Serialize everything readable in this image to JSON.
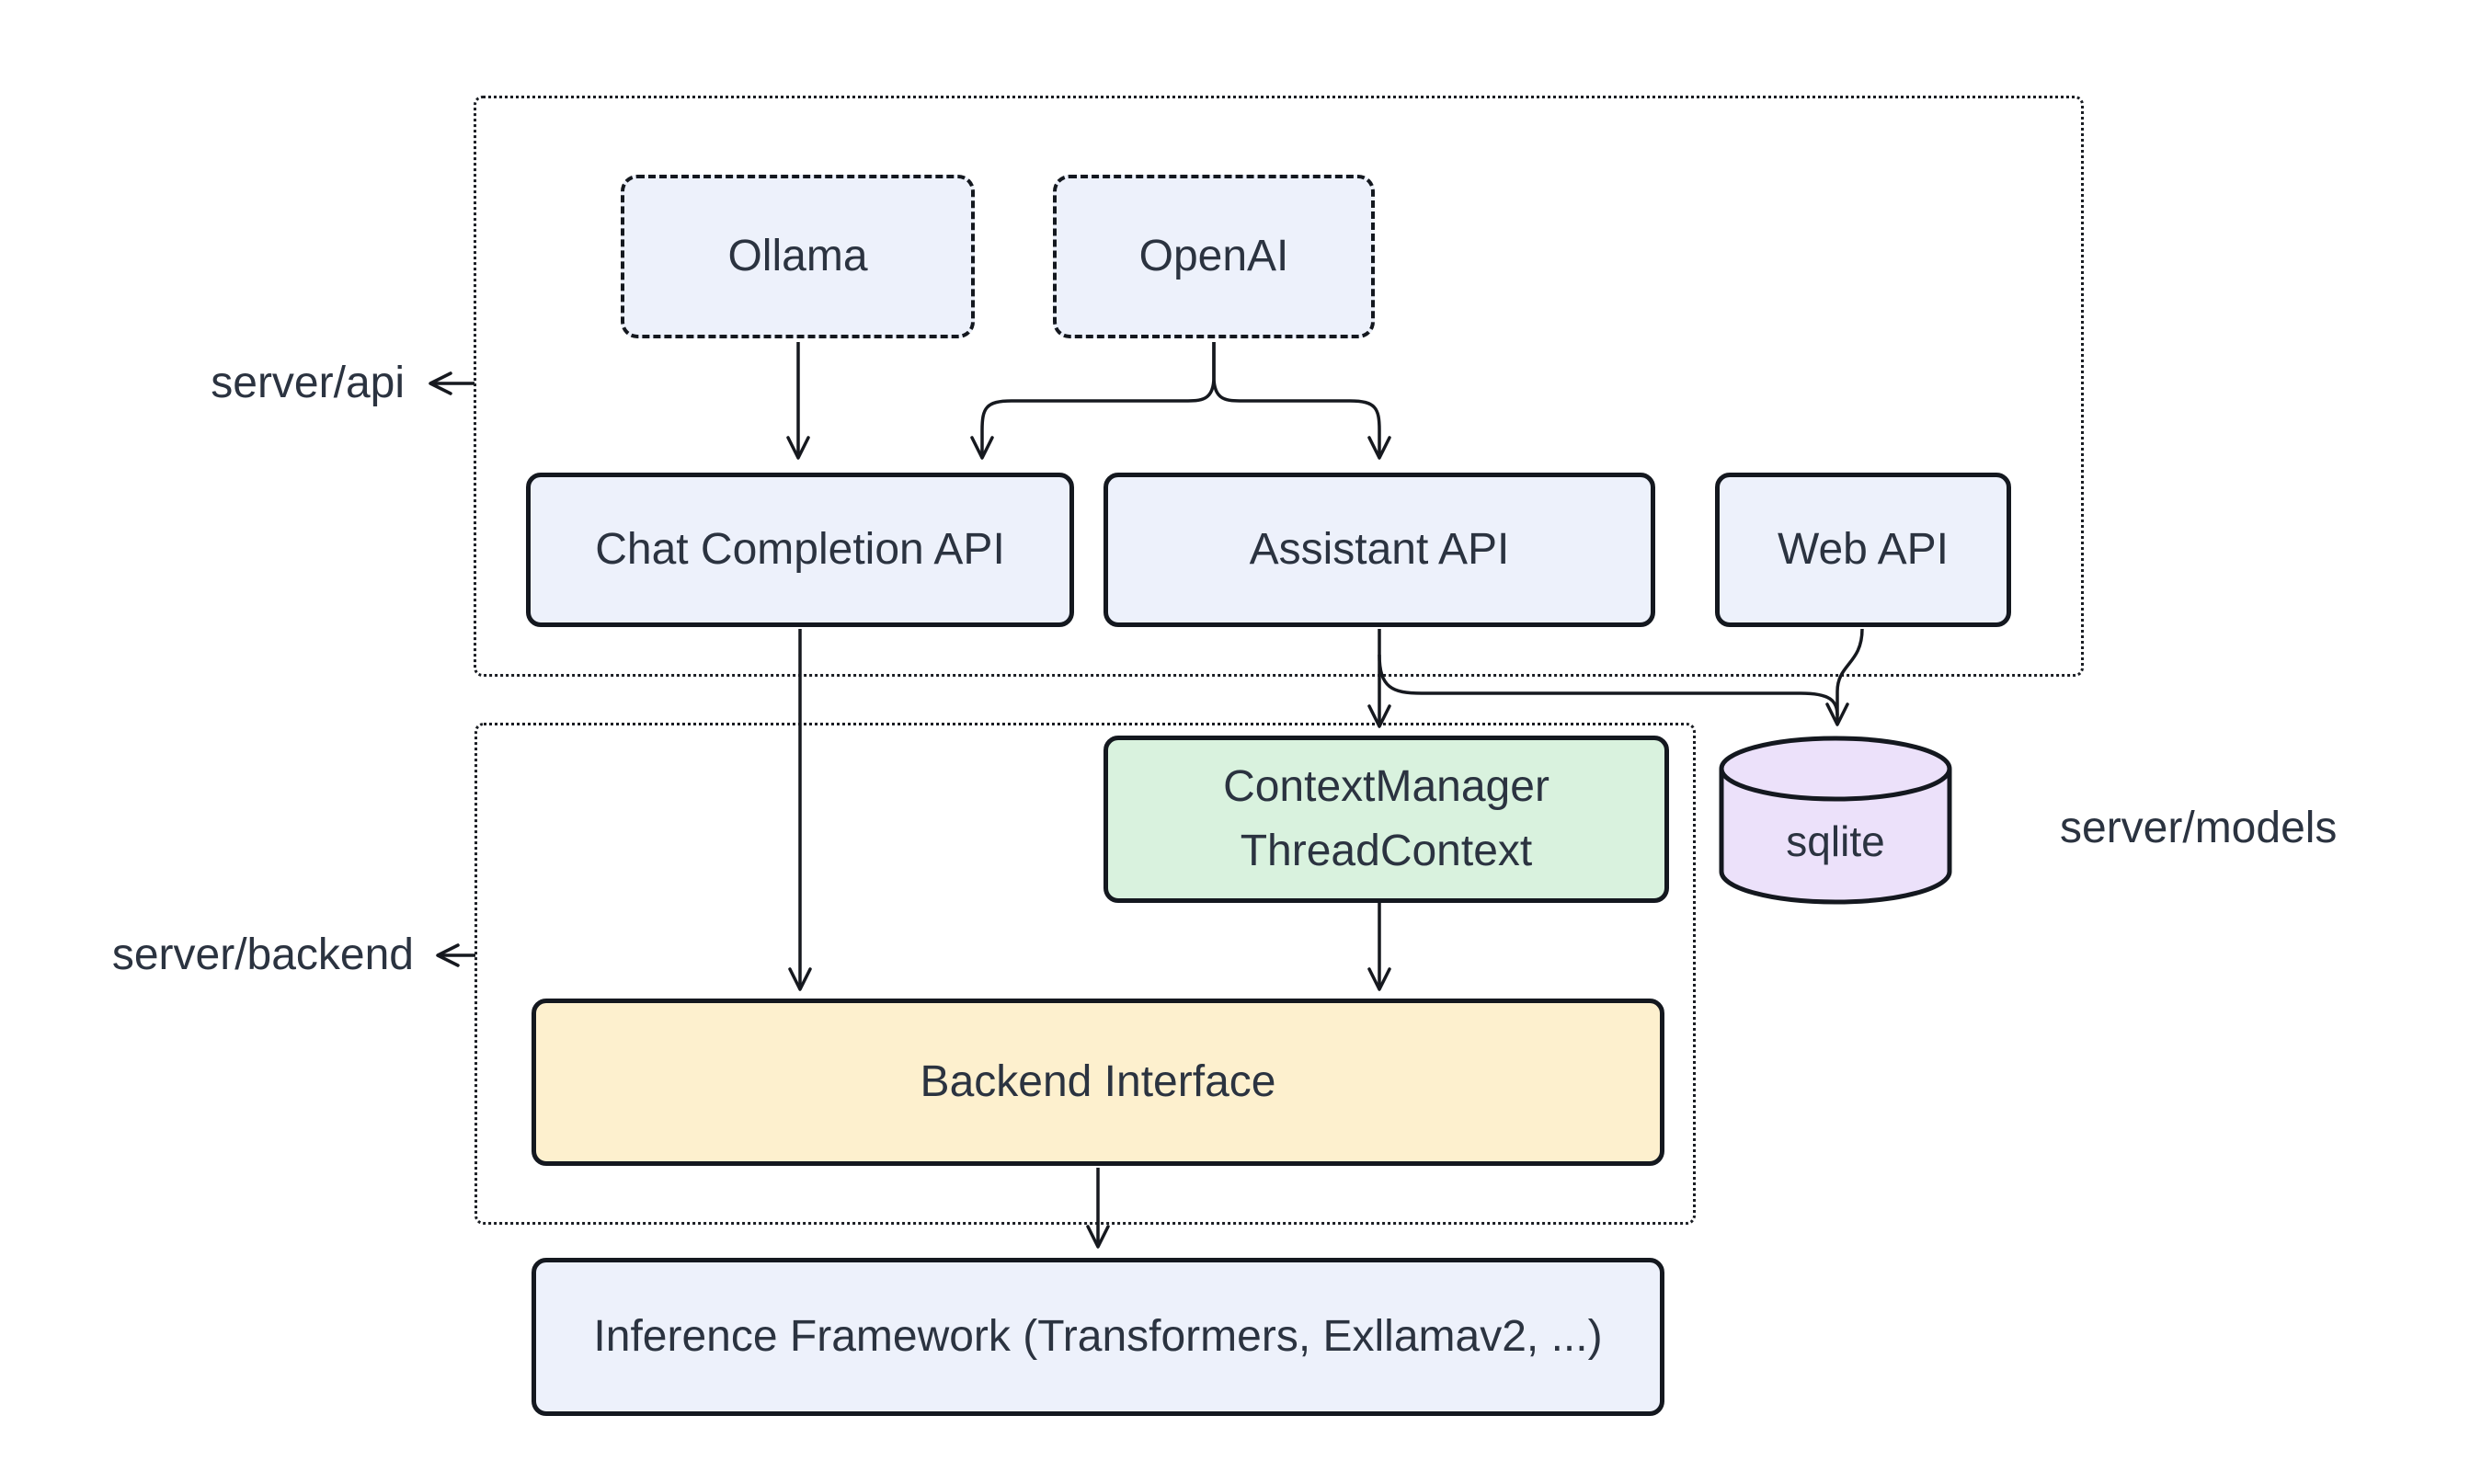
{
  "diagram": {
    "containers": {
      "server_api": {
        "label": "server/api"
      },
      "server_backend": {
        "label": "server/backend"
      },
      "server_models": {
        "label": "server/models"
      }
    },
    "nodes": {
      "ollama": {
        "label": "Ollama"
      },
      "openai": {
        "label": "OpenAI"
      },
      "chat_completion_api": {
        "label": "Chat Completion API"
      },
      "assistant_api": {
        "label": "Assistant API"
      },
      "web_api": {
        "label": "Web API"
      },
      "context_manager": {
        "line1": "ContextManager",
        "line2": "ThreadContext"
      },
      "sqlite": {
        "label": "sqlite"
      },
      "backend_interface": {
        "label": "Backend Interface"
      },
      "inference_framework": {
        "label": "Inference Framework (Transformers, Exllamav2, ...)"
      }
    },
    "edges": [
      {
        "from": "ollama",
        "to": "chat_completion_api"
      },
      {
        "from": "openai",
        "to": "chat_completion_api"
      },
      {
        "from": "openai",
        "to": "assistant_api"
      },
      {
        "from": "chat_completion_api",
        "to": "backend_interface"
      },
      {
        "from": "assistant_api",
        "to": "context_manager"
      },
      {
        "from": "assistant_api",
        "to": "sqlite"
      },
      {
        "from": "web_api",
        "to": "sqlite"
      },
      {
        "from": "context_manager",
        "to": "backend_interface"
      },
      {
        "from": "backend_interface",
        "to": "inference_framework"
      }
    ],
    "colors": {
      "node_blue": "#edf1fb",
      "node_green": "#d9f2de",
      "node_yellow": "#fdf0ce",
      "node_purple": "#ece1fa",
      "stroke": "#16191f",
      "text": "#2b3340",
      "background": "#ffffff"
    }
  }
}
